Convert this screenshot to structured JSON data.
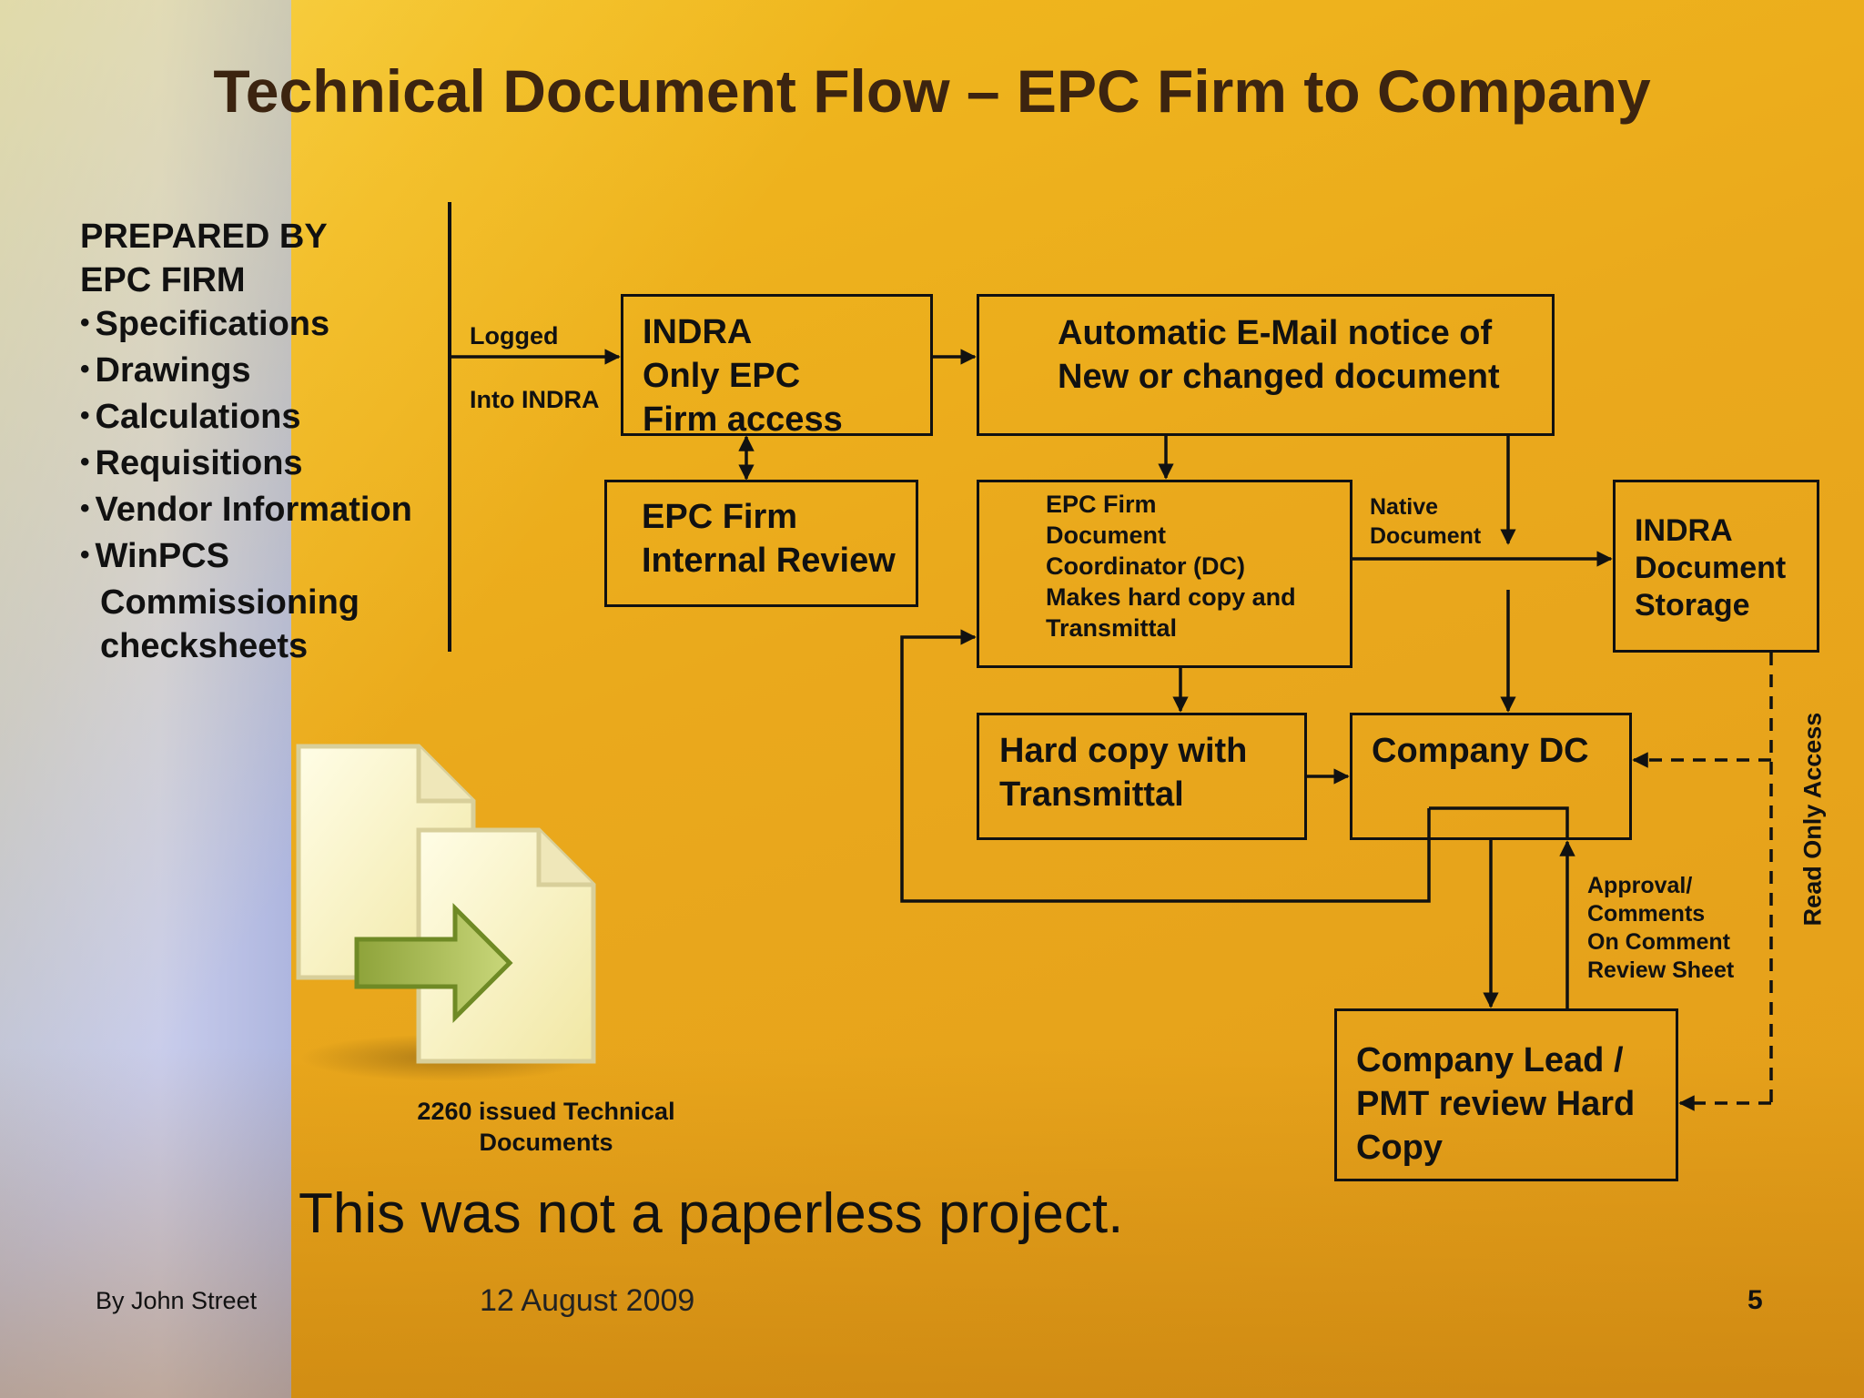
{
  "title": "Technical Document Flow – EPC Firm to Company",
  "prepared": {
    "header_line1": "PREPARED BY",
    "header_line2": "EPC FIRM",
    "items": [
      "Specifications",
      "Drawings",
      "Calculations",
      "Requisitions",
      "Vendor Information",
      "WinPCS"
    ],
    "continuation": [
      "Commissioning",
      "checksheets"
    ]
  },
  "labels": {
    "logged": "Logged",
    "into_indra": "Into INDRA",
    "native_1": "Native",
    "native_2": "Document",
    "approval": "Approval/\nComments\nOn Comment\nReview Sheet",
    "read_only": "Read Only Access"
  },
  "boxes": {
    "indra_only": "INDRA\nOnly EPC\nFirm access",
    "auto_email": "Automatic E-Mail notice of\nNew or changed document",
    "epc_review": "EPC Firm\nInternal Review",
    "epc_dc": "EPC Firm\nDocument\nCoordinator (DC)\nMakes hard copy and\nTransmittal",
    "indra_storage": "INDRA\nDocument\nStorage",
    "hard_copy": "Hard copy with\nTransmittal",
    "company_dc": "Company DC",
    "company_lead": "Company Lead /\nPMT review Hard\nCopy"
  },
  "icon": "documents-transfer-icon",
  "caption": "2260 issued Technical\nDocuments",
  "statement": "This was not a paperless project.",
  "footer": {
    "author": "By John Street",
    "date": "12 August 2009",
    "page": "5"
  }
}
